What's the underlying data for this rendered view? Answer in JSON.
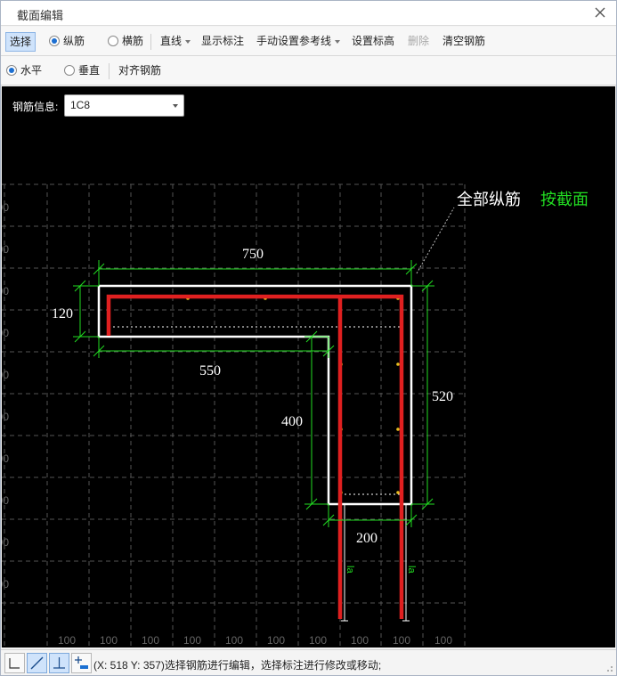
{
  "window": {
    "title": "截面编辑"
  },
  "toolbar1": {
    "select": "选择",
    "longitudinal": "纵筋",
    "stirrup": "横筋",
    "line": "直线",
    "show_dims": "显示标注",
    "manual_ref": "手动设置参考线",
    "set_elevation": "设置标高",
    "delete": "删除",
    "clear_rebar": "清空钢筋"
  },
  "toolbar2": {
    "horizontal": "水平",
    "vertical": "垂直",
    "align_rebar": "对齐钢筋"
  },
  "rebar": {
    "label": "钢筋信息:",
    "value": "1C8"
  },
  "drawing": {
    "annotation_main": "全部纵筋",
    "annotation_mode": "按截面",
    "dims": {
      "top": "750",
      "left": "120",
      "mid": "550",
      "right": "520",
      "inner": "400",
      "bottom": "200"
    },
    "anchor_label": "la",
    "grid_label": "100",
    "colors": {
      "rebar": "#e02020",
      "section": "#ffffff",
      "dim": "#22dd22",
      "grid": "#555555",
      "mode_text": "#22dd22"
    }
  },
  "status": {
    "text": "(X: 518 Y: 357)选择钢筋进行编辑，选择标注进行修改或移动;"
  }
}
